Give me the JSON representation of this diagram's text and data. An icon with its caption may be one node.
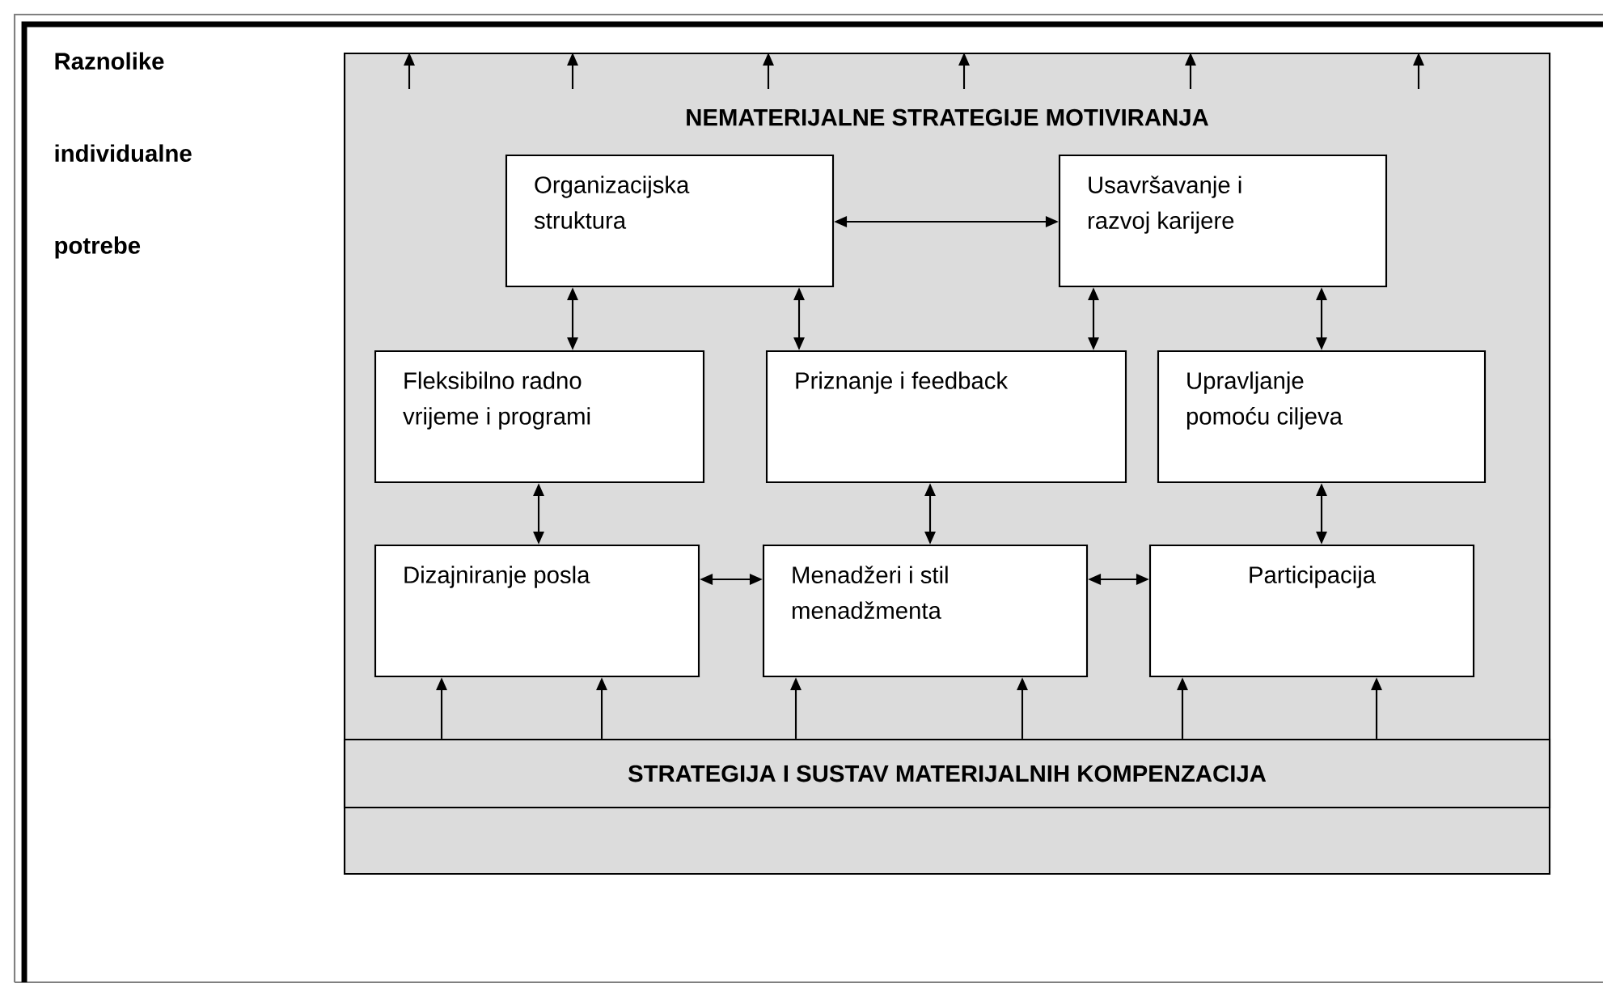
{
  "diagram": {
    "nodes": [
      {
        "text": [
          "NEMATERIJALNE STRATEGIJE MOTIVIRANJA"
        ]
      },
      {
        "text": [
          "Organizacijska struktura"
        ],
        "in": 0
      },
      {
        "text": [
          "Usavršavanje i razvoj karijere"
        ],
        "in": 0
      },
      {
        "text": [
          "Fleksibilno radno vrijeme i programi"
        ],
        "in": 0
      },
      {
        "text": [
          "Priznanje i feedback"
        ],
        "in": 0
      },
      {
        "text": [
          "Upravljanje pomoću ciljeva"
        ],
        "in": 0
      },
      {
        "text": [
          "Dizajniranje posla"
        ],
        "in": 0
      },
      {
        "text": [
          "Menadžeri i stil menadžmenta"
        ],
        "in": 0
      },
      {
        "text": [
          "Participacija"
        ],
        "in": 0
      },
      {
        "text": [
          "STRATEGIJA I SUSTAV MATERIJALNIH KOMPENZACIJA"
        ],
        "in": 0
      }
    ],
    "edges": [
      {
        "from": 1,
        "to": 2,
        "arrow": "both"
      },
      {
        "from": 1,
        "to": 3,
        "arrow": "both"
      },
      {
        "from": 1,
        "to": 4,
        "arrow": "both"
      },
      {
        "from": 2,
        "to": 4,
        "arrow": "both"
      },
      {
        "from": 2,
        "to": 5,
        "arrow": "both"
      },
      {
        "from": 3,
        "to": 6,
        "arrow": "both"
      },
      {
        "from": 4,
        "to": 7,
        "arrow": "both"
      },
      {
        "from": 5,
        "to": 8,
        "arrow": "both"
      },
      {
        "from": 6,
        "to": 7,
        "arrow": "both"
      },
      {
        "from": 7,
        "to": 8,
        "arrow": "both"
      },
      {
        "from": 9,
        "to": 6,
        "arrow": "to"
      },
      {
        "from": 9,
        "to": 6,
        "arrow": "to"
      },
      {
        "from": 9,
        "to": 7,
        "arrow": "to"
      },
      {
        "from": 9,
        "to": 7,
        "arrow": "to"
      },
      {
        "from": 9,
        "to": 8,
        "arrow": "to"
      },
      {
        "from": 9,
        "to": 8,
        "arrow": "to"
      },
      {
        "from": null,
        "to": 0,
        "arrow": "to"
      },
      {
        "from": null,
        "to": 0,
        "arrow": "to"
      },
      {
        "from": null,
        "to": 0,
        "arrow": "to"
      },
      {
        "from": null,
        "to": 0,
        "arrow": "to"
      },
      {
        "from": null,
        "to": 0,
        "arrow": "to"
      },
      {
        "from": null,
        "to": 0,
        "arrow": "to"
      }
    ],
    "labels": [
      "Raznolike individualne potrebe"
    ]
  }
}
